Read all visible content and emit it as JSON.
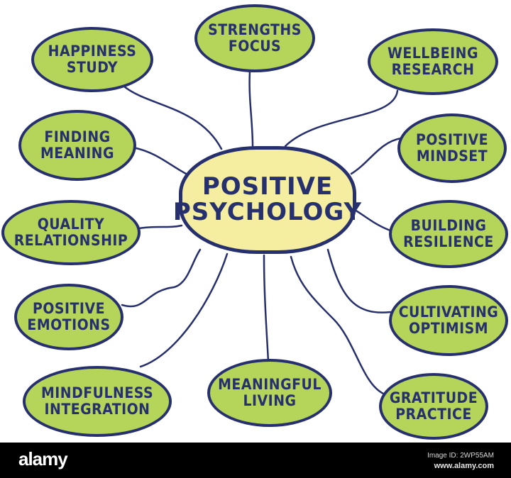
{
  "diagram": {
    "type": "mind-map",
    "center": {
      "line1": "POSITIVE",
      "line2": "PSYCHOLOGY"
    },
    "nodes": [
      {
        "id": "strengths-focus",
        "line1": "STRENGTHS",
        "line2": "FOCUS"
      },
      {
        "id": "happiness-study",
        "line1": "HAPPINESS",
        "line2": "STUDY"
      },
      {
        "id": "wellbeing-research",
        "line1": "WELLBEING",
        "line2": "RESEARCH"
      },
      {
        "id": "finding-meaning",
        "line1": "FINDING",
        "line2": "MEANING"
      },
      {
        "id": "positive-mindset",
        "line1": "POSITIVE",
        "line2": "MINDSET"
      },
      {
        "id": "quality-relationship",
        "line1": "QUALITY",
        "line2": "RELATIONSHIP"
      },
      {
        "id": "building-resilience",
        "line1": "BUILDING",
        "line2": "RESILIENCE"
      },
      {
        "id": "positive-emotions",
        "line1": "POSITIVE",
        "line2": "EMOTIONS"
      },
      {
        "id": "cultivating-optimism",
        "line1": "CULTIVATING",
        "line2": "OPTIMISM"
      },
      {
        "id": "mindfulness-integration",
        "line1": "MINDFULNESS",
        "line2": "INTEGRATION"
      },
      {
        "id": "meaningful-living",
        "line1": "MEANINGFUL",
        "line2": "LIVING"
      },
      {
        "id": "gratitude-practice",
        "line1": "GRATITUDE",
        "line2": "PRACTICE"
      }
    ],
    "colors": {
      "outline": "#27306e",
      "node_fill": "#b5d45a",
      "center_fill": "#f5eea0",
      "text": "#27306e"
    }
  },
  "footer": {
    "logo": "alamy",
    "image_id": "Image ID: 2WP55AM",
    "url": "www.alamy.com"
  }
}
